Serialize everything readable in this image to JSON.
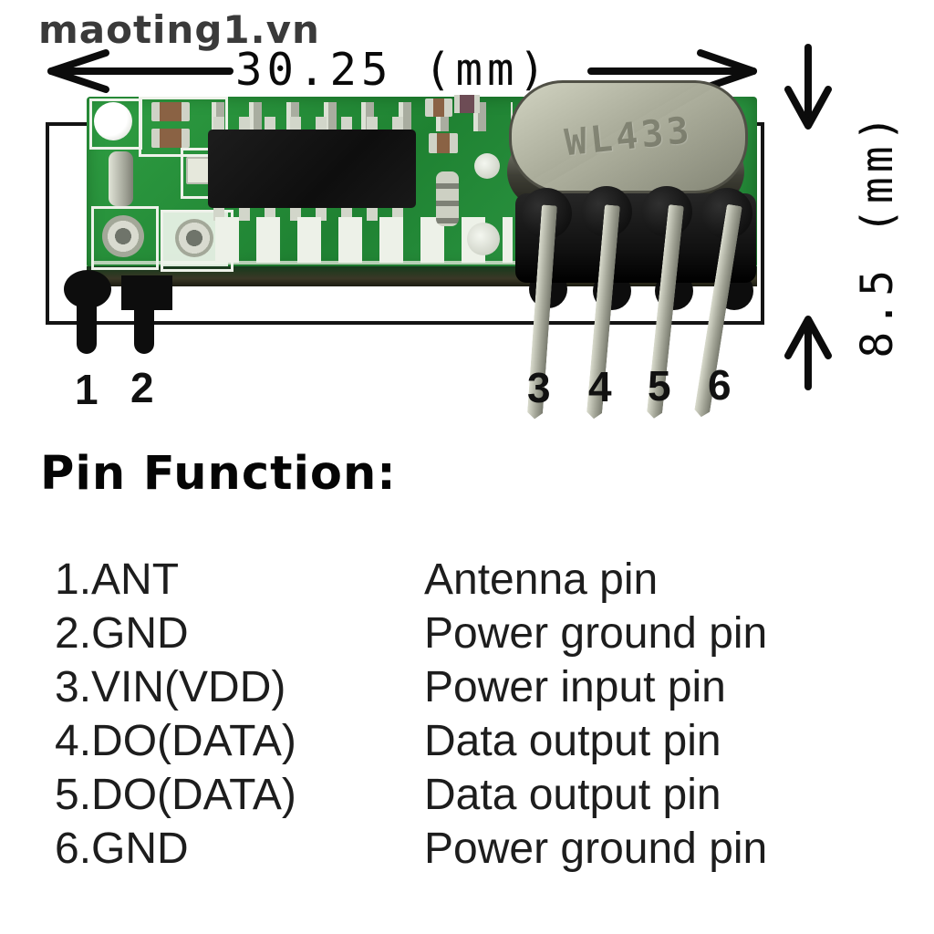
{
  "watermark": "maoting1.vn",
  "dimensions": {
    "width_label": "30.25 (mm)",
    "height_label": "8.5 (mm)"
  },
  "module": {
    "crystal_label": "WL433",
    "pin_numbers": [
      "1",
      "2",
      "3",
      "4",
      "5",
      "6"
    ]
  },
  "pin_function": {
    "heading": "Pin Function:",
    "rows": [
      {
        "pin": "1.ANT",
        "desc": "Antenna pin"
      },
      {
        "pin": "2.GND",
        "desc": "Power ground pin"
      },
      {
        "pin": "3.VIN(VDD)",
        "desc": "Power input pin"
      },
      {
        "pin": "4.DO(DATA)",
        "desc": "Data output pin"
      },
      {
        "pin": "5.DO(DATA)",
        "desc": "Data output pin"
      },
      {
        "pin": "6.GND",
        "desc": "Power ground pin"
      }
    ]
  },
  "colors": {
    "pcb_green": "#2a9340",
    "pcb_green_dark": "#1f8232",
    "ic_black": "#161616",
    "crystal_silver": "#b0b2a0",
    "header_black": "#191919",
    "pin_metal": "#c0c2b4",
    "annotation_black": "#0a0a0a",
    "watermark_gray": "#3a3a3a",
    "silkscreen_white": "#eef2ea"
  }
}
